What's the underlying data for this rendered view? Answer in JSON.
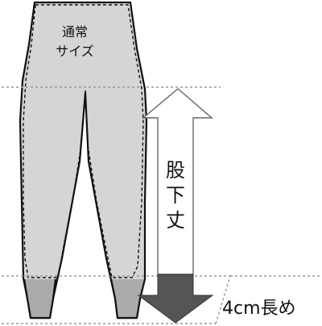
{
  "labels": {
    "normal_size_line1": "通常",
    "normal_size_line2": "サイズ",
    "inseam": "股\n下\n丈",
    "longer": "4cm長め"
  },
  "colors": {
    "pants_fill": "#d5d5d5",
    "hem_extension_fill": "#ababab",
    "dashed_line": "#9a9a9a",
    "arrow_dark": "#555555",
    "arrow_outline": "#666666",
    "outline": "#111111"
  }
}
